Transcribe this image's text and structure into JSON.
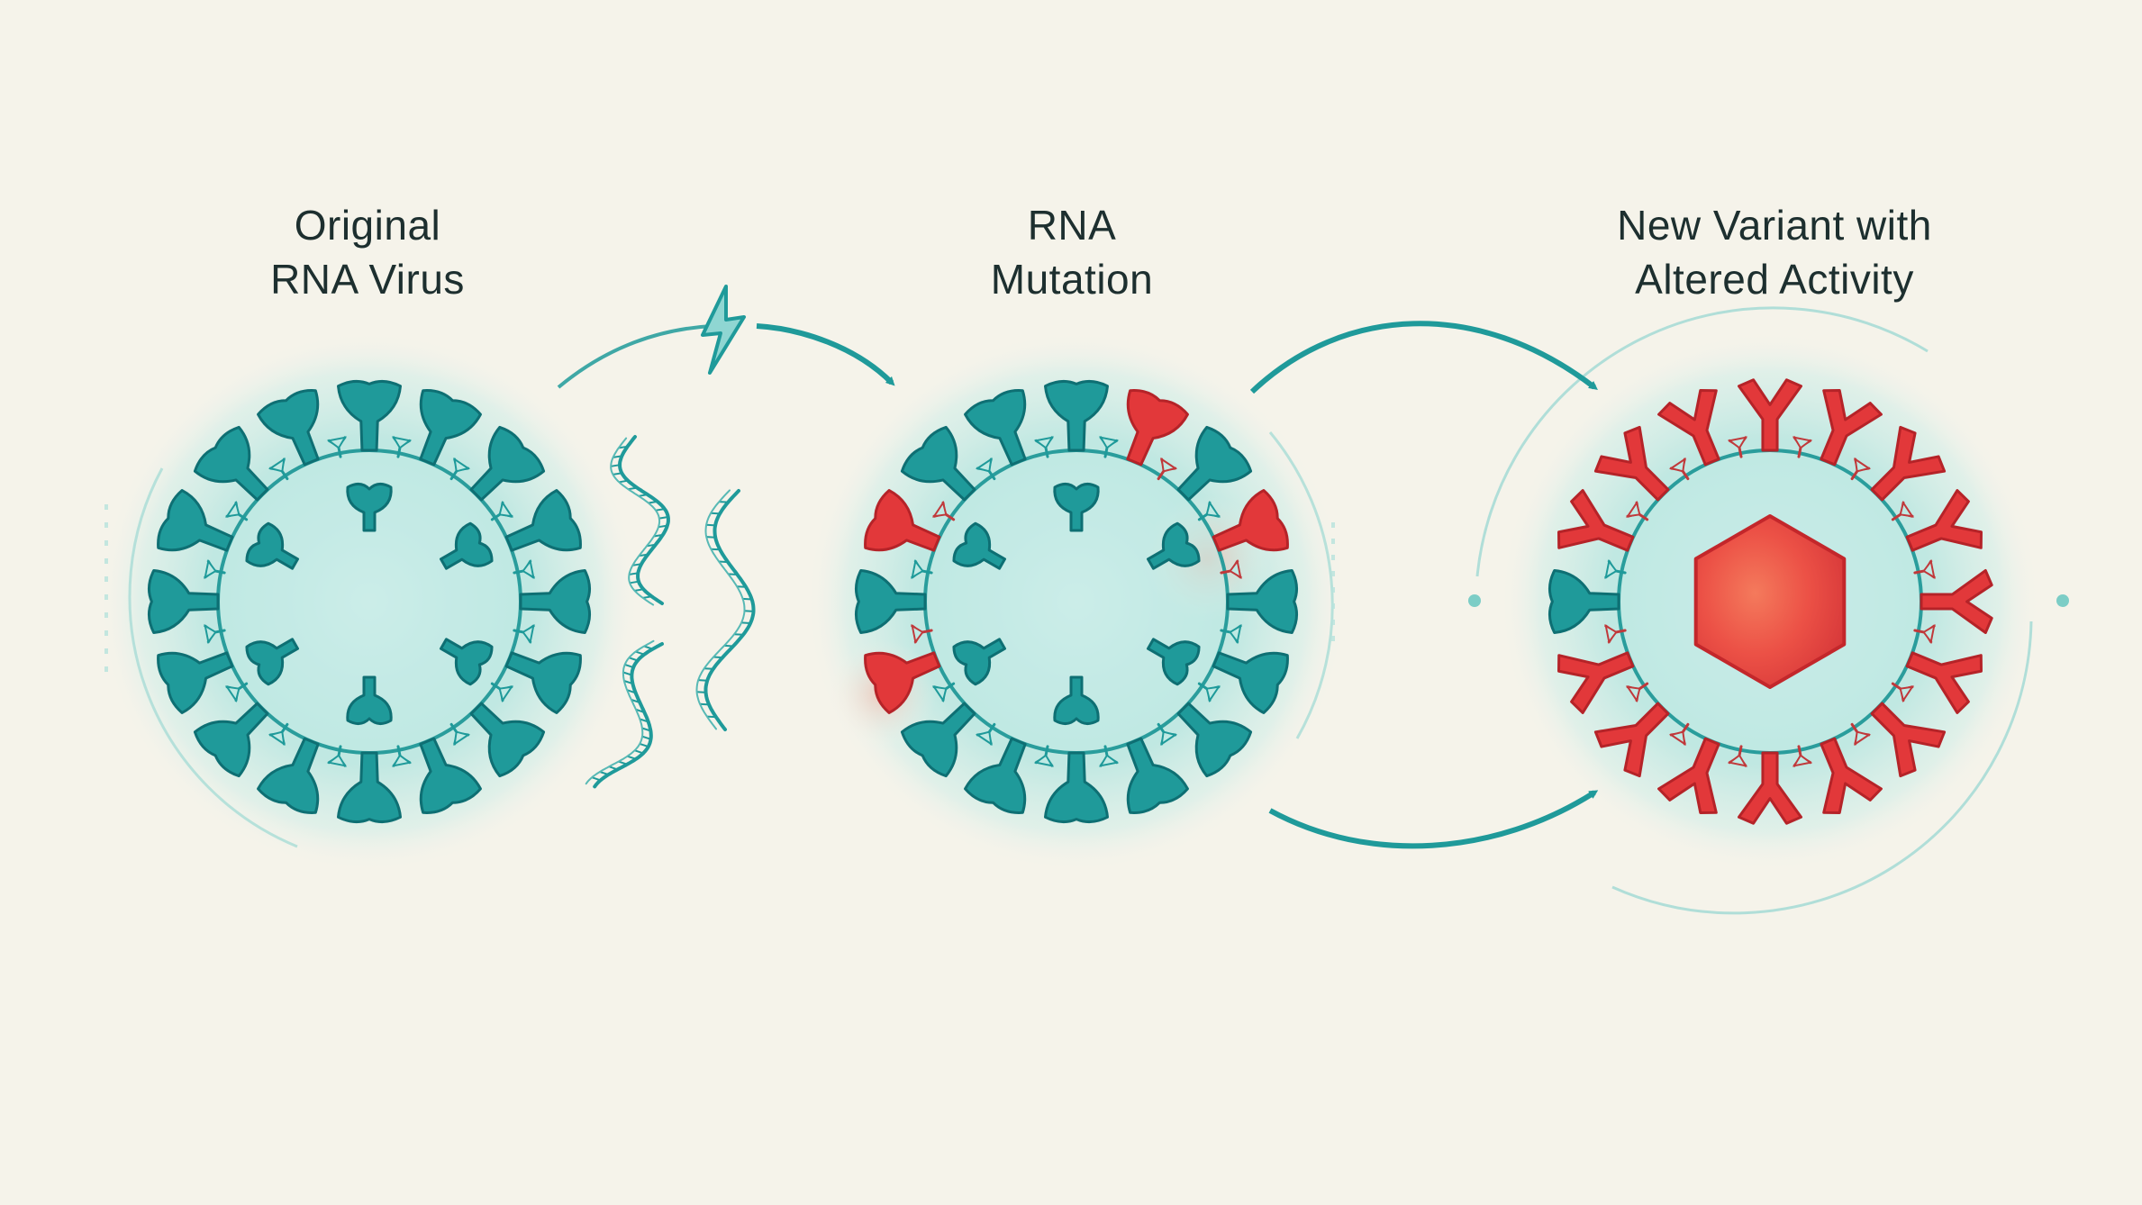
{
  "colors": {
    "background": "#f5f3ea",
    "teal": "#1f9a9a",
    "teal_light": "#8fd6d2",
    "red": "#e2383a",
    "text": "#1d2f2f"
  },
  "labels": {
    "original": [
      "Original",
      "RNA Virus"
    ],
    "mutation": [
      "RNA",
      "Mutation"
    ],
    "variant": [
      "New Variant with",
      "Altered Activity"
    ]
  },
  "icons": {
    "original_virus": "virus-icon",
    "rna_strands": "rna-strand-icon",
    "mutation_virus": "virus-icon",
    "lightning": "lightning-icon",
    "variant_virus": "virus-icon",
    "hexagon": "hexagon-icon"
  }
}
